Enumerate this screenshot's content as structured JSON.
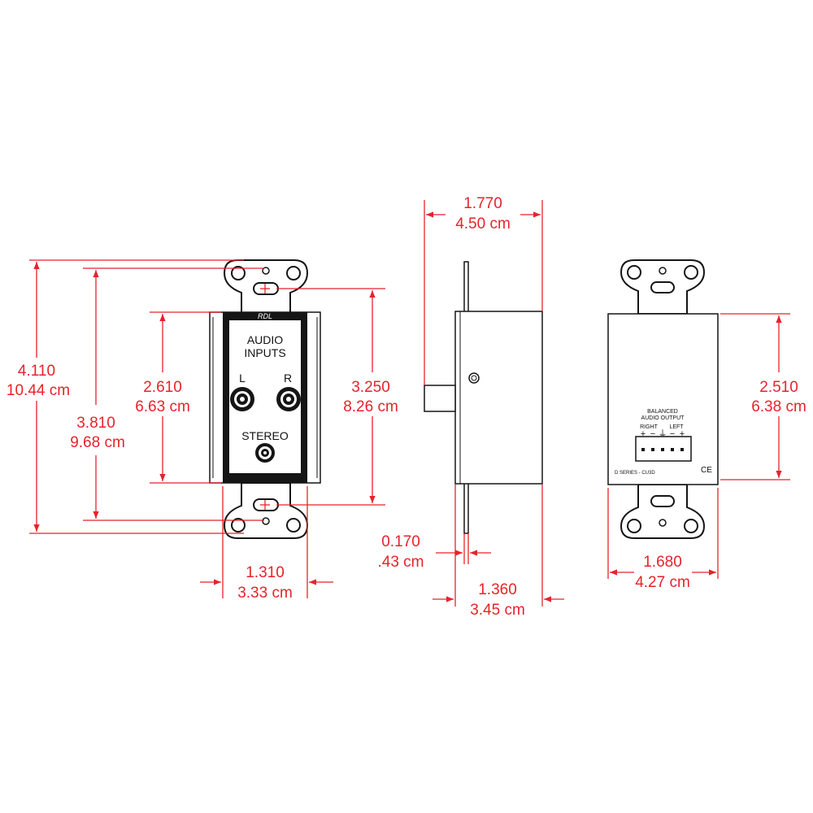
{
  "colors": {
    "dimension": "#e8222b",
    "outline": "#151515",
    "background": "#ffffff"
  },
  "front": {
    "brand": "RDL",
    "title_line1": "AUDIO",
    "title_line2": "INPUTS",
    "left_label": "L",
    "right_label": "R",
    "stereo_label": "STEREO"
  },
  "back": {
    "label_line1": "BALANCED",
    "label_line2": "AUDIO OUTPUT",
    "right_label": "RIGHT",
    "left_label": "LEFT",
    "model": "D SERIES - CU3D",
    "ce_mark": "CE"
  },
  "dimensions": {
    "overall_height": {
      "in": "4.110",
      "cm": "10.44 cm"
    },
    "strap_hole_spacing": {
      "in": "3.810",
      "cm": "9.68 cm"
    },
    "panel_height": {
      "in": "2.610",
      "cm": "6.63 cm"
    },
    "body_height": {
      "in": "3.250",
      "cm": "8.26 cm"
    },
    "panel_width": {
      "in": "1.310",
      "cm": "3.33 cm"
    },
    "total_depth": {
      "in": "1.770",
      "cm": "4.50 cm"
    },
    "plate_thickness": {
      "in": "0.170",
      "cm": ".43 cm"
    },
    "box_depth": {
      "in": "1.360",
      "cm": "3.45 cm"
    },
    "back_height": {
      "in": "2.510",
      "cm": "6.38 cm"
    },
    "back_width": {
      "in": "1.680",
      "cm": "4.27 cm"
    }
  }
}
